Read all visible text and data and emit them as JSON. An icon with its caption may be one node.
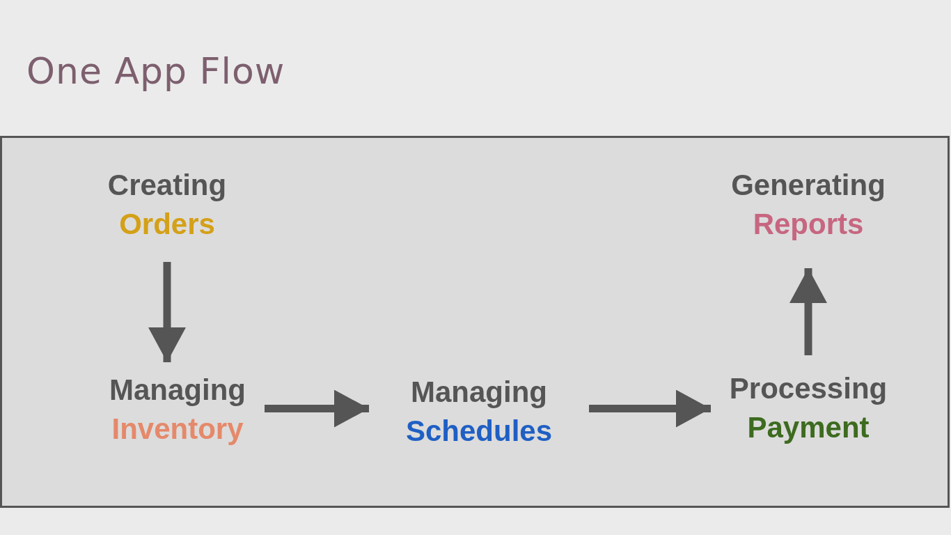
{
  "diagram": {
    "title": "One App Flow",
    "nodes": [
      {
        "text": [],
        "shape": "box"
      },
      {
        "text": [
          "Creating",
          "Orders"
        ],
        "in": 0
      },
      {
        "text": [
          "Managing",
          "Inventory"
        ],
        "in": 0
      },
      {
        "text": [
          "Managing",
          "Schedules"
        ],
        "in": 0
      },
      {
        "text": [
          "Processing",
          "Payment"
        ],
        "in": 0
      },
      {
        "text": [
          "Generating",
          "Reports"
        ],
        "in": 0
      }
    ],
    "edges": [
      {
        "from": 1,
        "to": 2,
        "arrow": "to"
      },
      {
        "from": 2,
        "to": 3,
        "arrow": "to"
      },
      {
        "from": 3,
        "to": 4,
        "arrow": "to"
      },
      {
        "from": 4,
        "to": 5,
        "arrow": "to"
      }
    ]
  }
}
